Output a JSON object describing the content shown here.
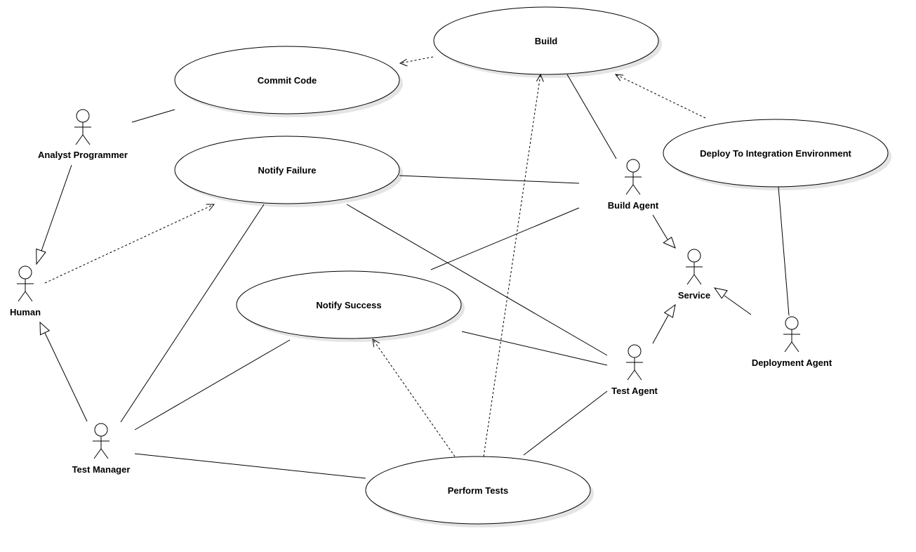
{
  "diagram": {
    "usecases": {
      "build": "Build",
      "commit_code": "Commit Code",
      "notify_failure": "Notify Failure",
      "notify_success": "Notify Success",
      "deploy": "Deploy To Integration Environment",
      "perform_tests": "Perform Tests"
    },
    "actors": {
      "analyst_programmer": "Analyst Programmer",
      "human": "Human",
      "test_manager": "Test Manager",
      "build_agent": "Build Agent",
      "service": "Service",
      "test_agent": "Test Agent",
      "deployment_agent": "Deployment Agent"
    }
  }
}
